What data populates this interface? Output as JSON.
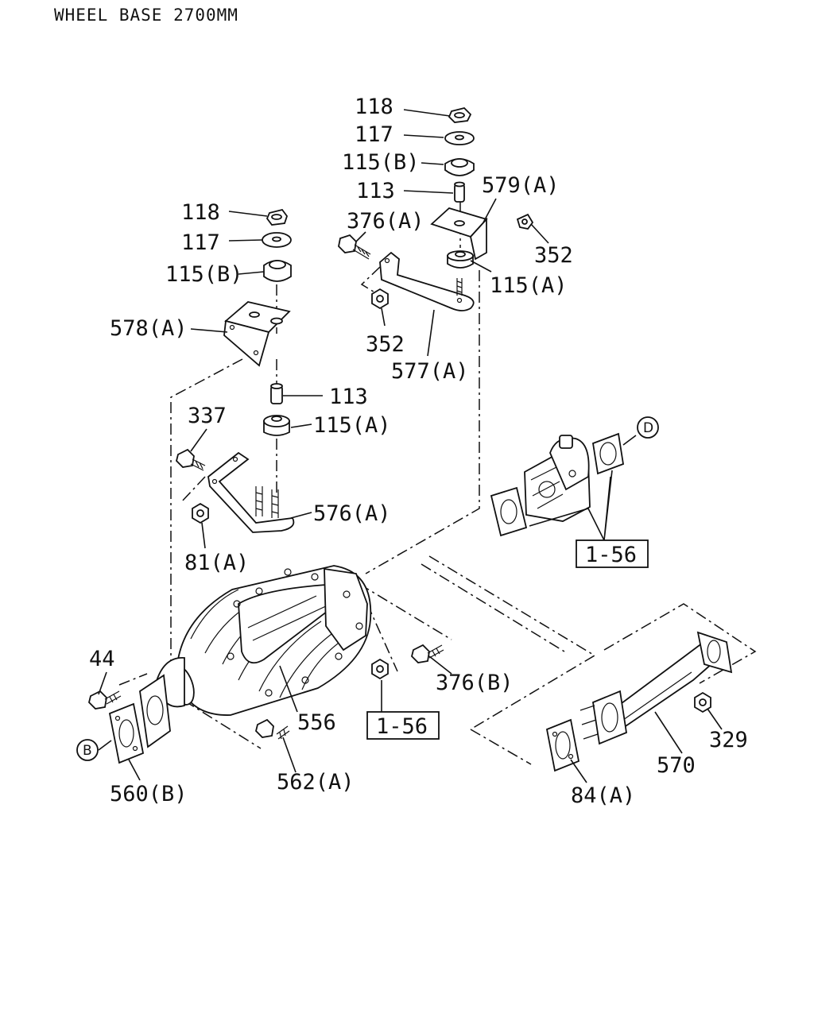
{
  "header": {
    "title": "WHEEL BASE 2700MM"
  },
  "labels": {
    "p118_right": "118",
    "p117_right": "117",
    "p115b_right": "115(B)",
    "p113_right": "113",
    "p579a": "579(A)",
    "p376a": "376(A)",
    "p352_right": "352",
    "p115a_right": "115(A)",
    "p352_mid": "352",
    "p577a": "577(A)",
    "p118_left": "118",
    "p117_left": "117",
    "p115b_left": "115(B)",
    "p578a": "578(A)",
    "p113_left": "113",
    "p115a_left": "115(A)",
    "p337": "337",
    "p576a": "576(A)",
    "p81a": "81(A)",
    "p44": "44",
    "p376b": "376(B)",
    "p556": "556",
    "p560b": "560(B)",
    "p562a": "562(A)",
    "p570": "570",
    "p329": "329",
    "p84a": "84(A)",
    "ref_upper": "1-56",
    "ref_lower": "1-56",
    "circle_b": "B",
    "circle_d": "D"
  }
}
